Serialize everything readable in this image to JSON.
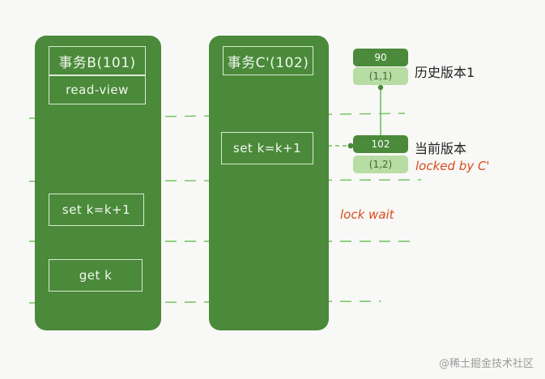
{
  "transaction_b": {
    "title": "事务B(101)",
    "read_view": "read-view",
    "step_set": "set k=k+1",
    "step_get": "get k"
  },
  "transaction_c": {
    "title": "事务C'(102)",
    "step_set": "set k=k+1"
  },
  "versions": {
    "history": {
      "value": "90",
      "trx": "(1,1)",
      "label": "历史版本1"
    },
    "current": {
      "value": "102",
      "trx": "(1,2)",
      "label": "当前版本",
      "status": "locked by C'"
    }
  },
  "lock_wait": "lock wait",
  "watermark": "@稀土掘金技术社区",
  "colors": {
    "transaction_fill": "#4a8a3a",
    "version_top": "#4a8a3a",
    "version_bottom": "#b7dca4",
    "annotation_red": "#d94a1a",
    "dashed_line": "#6cc35a"
  }
}
